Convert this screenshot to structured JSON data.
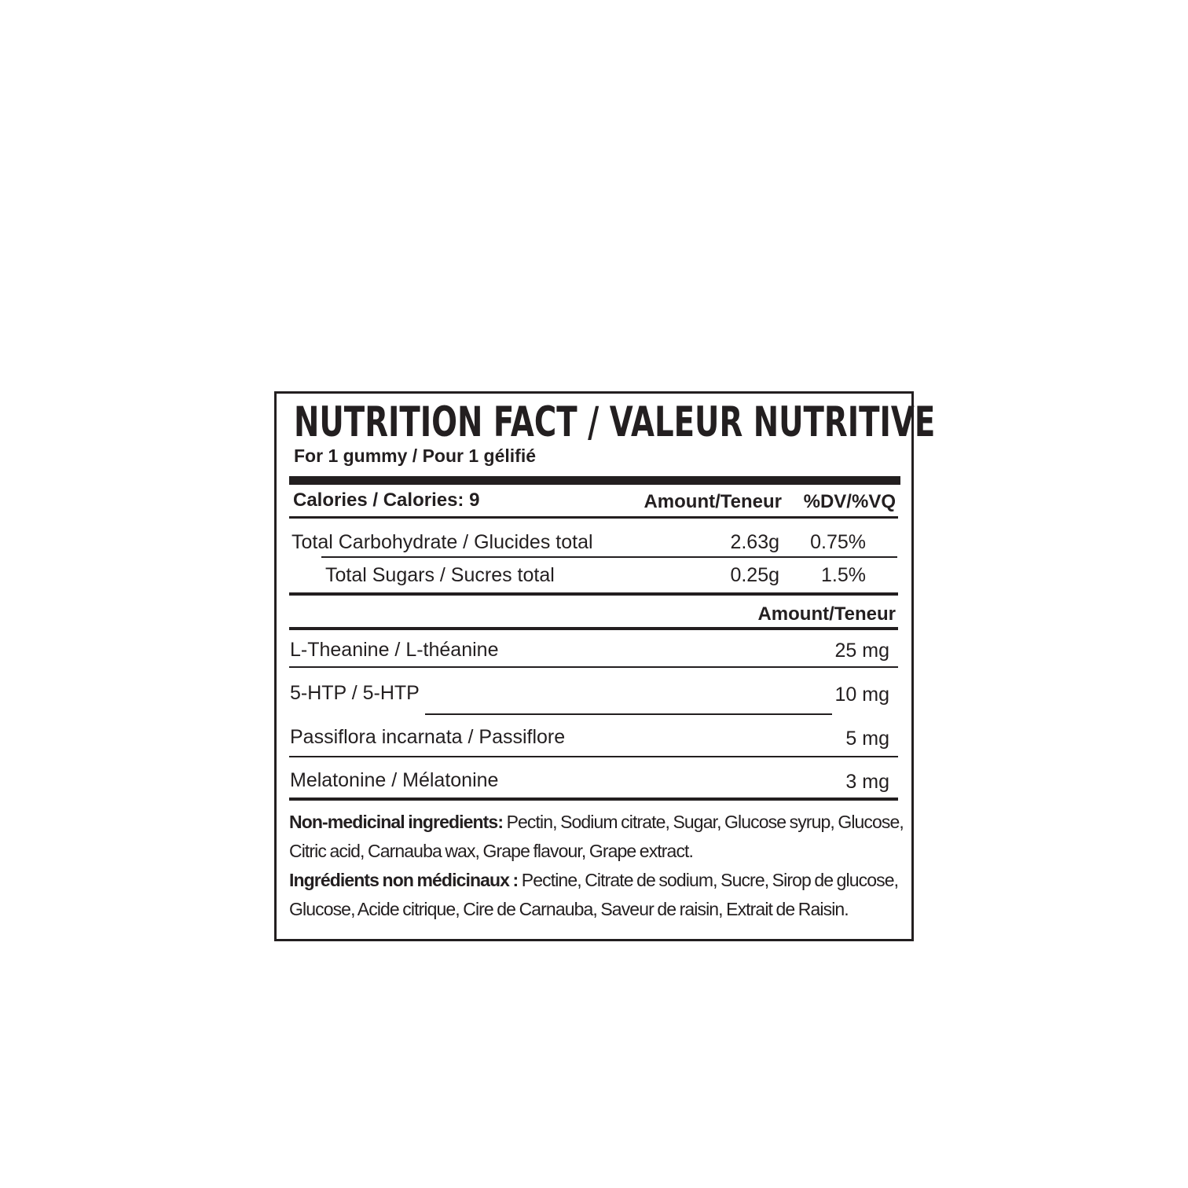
{
  "panel": {
    "title": "NUTRITION FACT / VALEUR NUTRITIVE",
    "serving": "For 1 gummy / Pour 1 gélifié",
    "header": {
      "calories": "Calories / Calories: 9",
      "amount": "Amount/Teneur",
      "dv": "%DV/%VQ"
    },
    "nutrients": [
      {
        "name": "Total Carbohydrate / Glucides total",
        "amount": "2.63g",
        "dv": "0.75%"
      },
      {
        "name": "Total Sugars / Sucres total",
        "amount": "0.25g",
        "dv": "1.5%"
      }
    ],
    "medicinal_header": "Amount/Teneur",
    "medicinal": [
      {
        "name": "L-Theanine / L-théanine",
        "amount": "25 mg"
      },
      {
        "name": "5-HTP / 5-HTP",
        "amount": "10 mg"
      },
      {
        "name": "Passiflora incarnata / Passiflore",
        "amount": "5 mg"
      },
      {
        "name": "Melatonine / Mélatonine",
        "amount": "3 mg"
      }
    ],
    "ingredients_en_label": "Non-medicinal ingredients:",
    "ingredients_en": "Pectin, Sodium citrate, Sugar, Glucose syrup, Glucose, Citric acid, Carnauba wax, Grape flavour, Grape extract.",
    "ingredients_fr_label": "Ingrédients non médicinaux :",
    "ingredients_fr": "Pectine, Citrate de sodium, Sucre, Sirop de glucose, Glucose, Acide citrique, Cire de Carnauba, Saveur de raisin, Extrait de Raisin."
  }
}
